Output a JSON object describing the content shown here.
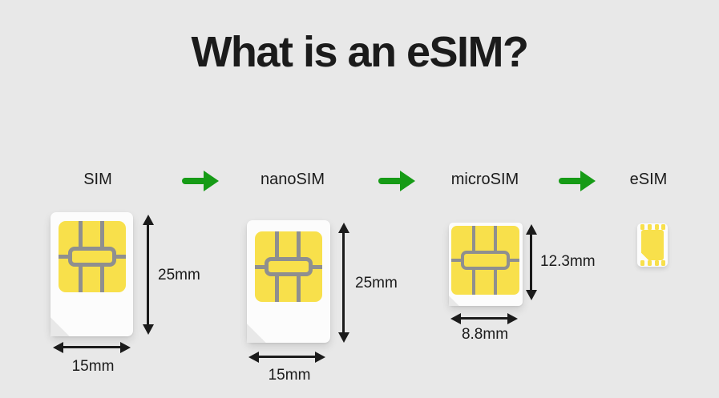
{
  "title": "What is an eSIM?",
  "colors": {
    "background": "#e8e8e8",
    "ink": "#1b1b1b",
    "flow_arrow_green": "#169b16",
    "chip_yellow": "#f8e04b",
    "contact_gray": "#8f8f8f",
    "card_white": "#fcfcfc"
  },
  "icons": {
    "flow_arrow": "right-arrow",
    "height_dimension": "vertical-double-arrow",
    "width_dimension": "horizontal-double-arrow"
  },
  "stages": [
    {
      "label": "SIM",
      "height": "25mm",
      "width": "15mm"
    },
    {
      "label": "nanoSIM",
      "height": "25mm",
      "width": "15mm"
    },
    {
      "label": "microSIM",
      "height": "12.3mm",
      "width": "8.8mm"
    },
    {
      "label": "eSIM"
    }
  ]
}
